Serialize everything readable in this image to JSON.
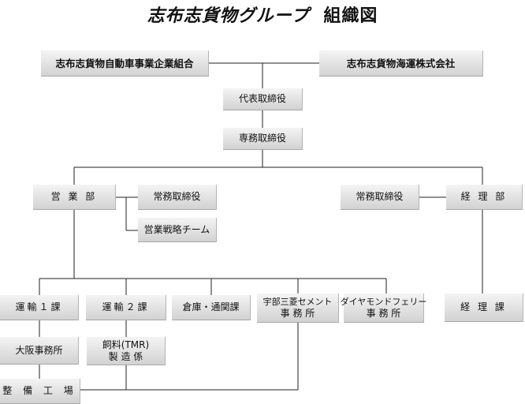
{
  "title": {
    "main": "志布志貨物グループ",
    "sub": "組織図"
  },
  "boxes": {
    "union": "志布志貨物自動車事業企業組合",
    "shipping": "志布志貨物海運株式会社",
    "president": "代表取締役",
    "senior_director": "専務取締役",
    "sales_dept": "営 業 部",
    "sales_managing_director": "常務取締役",
    "sales_strategy_team": "営業戦略チーム",
    "accounting_managing_director": "常務取締役",
    "accounting_dept": "経 理 部",
    "transport_1": "運輸１課",
    "transport_2": "運輸２課",
    "warehouse": "倉庫・通関課",
    "ube_line1": "宇部三菱セメント",
    "ube_line2": "事 務 所",
    "diamond_line1": "ダイヤモンドフェリー",
    "diamond_line2": "事 務 所",
    "accounting_section": "経 理 課",
    "osaka_office": "大阪事務所",
    "feed_line1": "飼料(TMR)",
    "feed_line2": "製 造 係",
    "maintenance_plant": "整 備 工 場"
  }
}
